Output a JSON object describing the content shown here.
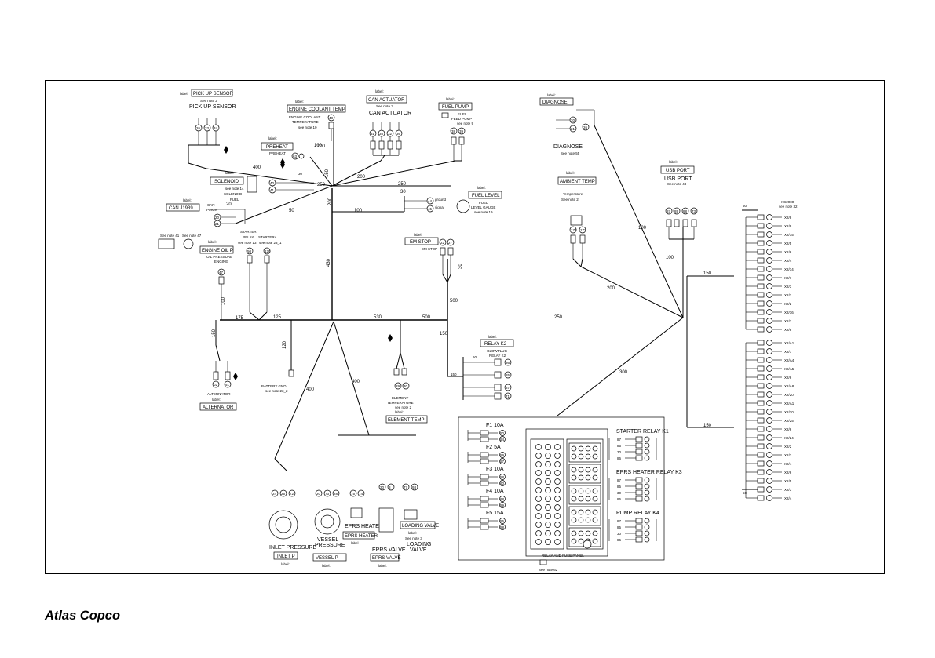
{
  "logo": {
    "text": "Atlas Copco"
  },
  "common": {
    "label_word": "label:",
    "label_word_alt": "label",
    "see_note_41": "See note 41",
    "see_note_47": "See note 47"
  },
  "sensors": {
    "pickup": {
      "tag": "PICK UP SENSOR",
      "note": "See note 2",
      "title": "PICK UP SENSOR",
      "pins": [
        "26",
        "33",
        "34"
      ]
    },
    "coolant": {
      "tag": "ENGINE COOLANT TEMP",
      "title1": "ENGINE COOLANT",
      "title2": "TEMPERATURE",
      "note": "see note 10",
      "pin": "48"
    },
    "can_act": {
      "tag": "CAN ACTUATOR",
      "note": "See note 3",
      "title": "CAN ACTUATOR",
      "pins": [
        "31",
        "35",
        "32",
        "36"
      ]
    },
    "fuel_pump": {
      "tag": "FUEL PUMP",
      "title1": "FUEL",
      "title2": "FEED PUMP",
      "note": "see note 9",
      "pins": [
        "38",
        "39"
      ]
    },
    "preheat": {
      "tag": "PREHEAT",
      "title": "PREHEAT",
      "pin": "63"
    },
    "solenoid": {
      "tag": "SOLENOID",
      "note": "see note 14",
      "title1": "SOLENOID",
      "title2": "FUEL",
      "pins": [
        "40",
        "41"
      ]
    },
    "can_j1939": {
      "tag": "CAN J1939",
      "wire_lbl1": "CAN",
      "wire_lbl2": "J-1939",
      "pins": [
        "20",
        "21"
      ]
    },
    "fuel_level": {
      "tag": "FUEL LEVEL",
      "title1": "FUEL",
      "title2": "LEVEL GAUGE",
      "note": "see note 19",
      "pins": [
        "44",
        "45"
      ],
      "pin_lbl1": "ground",
      "pin_lbl2": "signal"
    },
    "engine_oil": {
      "tag": "ENGINE OIL P",
      "title1": "OIL PRESSURE",
      "title2": "ENGINE",
      "pin": "47"
    },
    "starter": {
      "title1": "STARTER",
      "title2": "RELAY",
      "title3": "STARTER+",
      "note1": "see note 13",
      "note2": "see note 23_1",
      "pins": [
        "50",
        "120"
      ]
    },
    "em_stop": {
      "tag": "EM STOP",
      "title": "EM STOP",
      "pins": [
        "22",
        "27"
      ]
    },
    "alternator": {
      "tag": "ALTERNATOR",
      "title": "ALTERNATOR",
      "pins": [
        "02",
        "51"
      ]
    },
    "battery": {
      "title": "BATTERY GND",
      "note": "see note 23_2"
    },
    "element_temp": {
      "tag": "ELEMENT TEMP",
      "title1": "ELEMENT",
      "title2": "TEMPERATURE",
      "note": "see note 2",
      "pins": [
        "29",
        "30"
      ]
    },
    "relay_k2": {
      "tag": "RELAY K2",
      "title1": "GLOWPLUG",
      "title2": "RELAY K2",
      "pins": [
        "86",
        "85",
        "87",
        "71"
      ]
    },
    "diagnose": {
      "tag": "DIAGNOSE",
      "title": "DIAGNOSE",
      "note": "See note 55",
      "pins": [
        "20",
        "26",
        "21"
      ]
    },
    "ambient": {
      "tag": "AMBIENT TEMP",
      "title": "Temperature",
      "note": "See note 2",
      "pins": [
        "173",
        "172"
      ]
    },
    "usb": {
      "tag": "USB PORT",
      "title": "USB PORT",
      "note": "See note 48",
      "pins": [
        "87",
        "89",
        "88",
        "73"
      ]
    },
    "inlet_p": {
      "tag": "INLET P",
      "title": "INLET PRESSURE",
      "pins": [
        "24",
        "25",
        "72"
      ]
    },
    "vessel_p": {
      "tag": "VESSEL P",
      "title1": "VESSEL",
      "title2": "PRESSURE",
      "pins": [
        "20",
        "73",
        "28"
      ]
    },
    "eprs_heater": {
      "tag": "EPRS HEATER",
      "title": "EPRS HEATER",
      "pins": [
        "75",
        "74"
      ]
    },
    "eprs_valve": {
      "tag": "EPRS VALVE",
      "title": "EPRS VALVE",
      "pins": [
        "20",
        "8"
      ]
    },
    "loading_valve": {
      "tag": "LOADING VALVE",
      "title1": "LOADING",
      "title2": "VALVE",
      "note": "See note 3",
      "pins": [
        "77",
        "93"
      ]
    }
  },
  "panel": {
    "title": "RELAY AND FUSE PANEL",
    "note": "See note 62",
    "fuses": [
      {
        "label": "F1 10A",
        "pins": [
          "50",
          "54"
        ]
      },
      {
        "label": "F2 5A",
        "pins": [
          "59",
          "57"
        ]
      },
      {
        "label": "F3 10A",
        "pins": [
          "58",
          "60"
        ]
      },
      {
        "label": "F4 10A",
        "pins": [
          "68",
          "59"
        ]
      },
      {
        "label": "F5 15A",
        "pins": [
          "56",
          "58"
        ]
      }
    ],
    "relays": [
      {
        "label": "STARTER RELAY K1",
        "terms": [
          "87",
          "85",
          "30",
          "86"
        ]
      },
      {
        "label": "EPRS HEATER RELAY K3",
        "terms": [
          "87",
          "85",
          "30",
          "86"
        ]
      },
      {
        "label": "PUMP RELAY K4",
        "terms": [
          "87",
          "85",
          "30",
          "86"
        ]
      }
    ]
  },
  "connector": {
    "name": "XC2000",
    "note": "see note 32",
    "top_label": "50",
    "bottom_label": "50",
    "upper_pins": [
      "X2/8",
      "X2/9",
      "X2/15",
      "X2/5",
      "X2/6",
      "X2/4",
      "X2/14",
      "X2/7",
      "X2/3",
      "X2/1",
      "X2/2",
      "X2/16",
      "X2/7",
      "X2/8"
    ],
    "lower_pins": [
      "X2/A1",
      "X2/7",
      "X2/A4",
      "X2/A5",
      "X2/6",
      "X2/A8",
      "X2/20",
      "X2/A1",
      "X2/10",
      "X2/25",
      "X2/6",
      "X2/24",
      "X2/2",
      "X2/3",
      "X2/4",
      "X2/6",
      "X2/5",
      "X2/3",
      "X2/4"
    ]
  },
  "wire_lengths": [
    "400",
    "100",
    "150",
    "250",
    "200",
    "250",
    "30",
    "100",
    "20",
    "200",
    "50",
    "430",
    "100",
    "20",
    "100",
    "125",
    "530",
    "500",
    "150",
    "120",
    "500",
    "30",
    "400",
    "400",
    "150",
    "150",
    "150",
    "150",
    "100",
    "200",
    "250",
    "300",
    "150",
    "150",
    "50",
    "60",
    "150",
    "175",
    "120"
  ]
}
